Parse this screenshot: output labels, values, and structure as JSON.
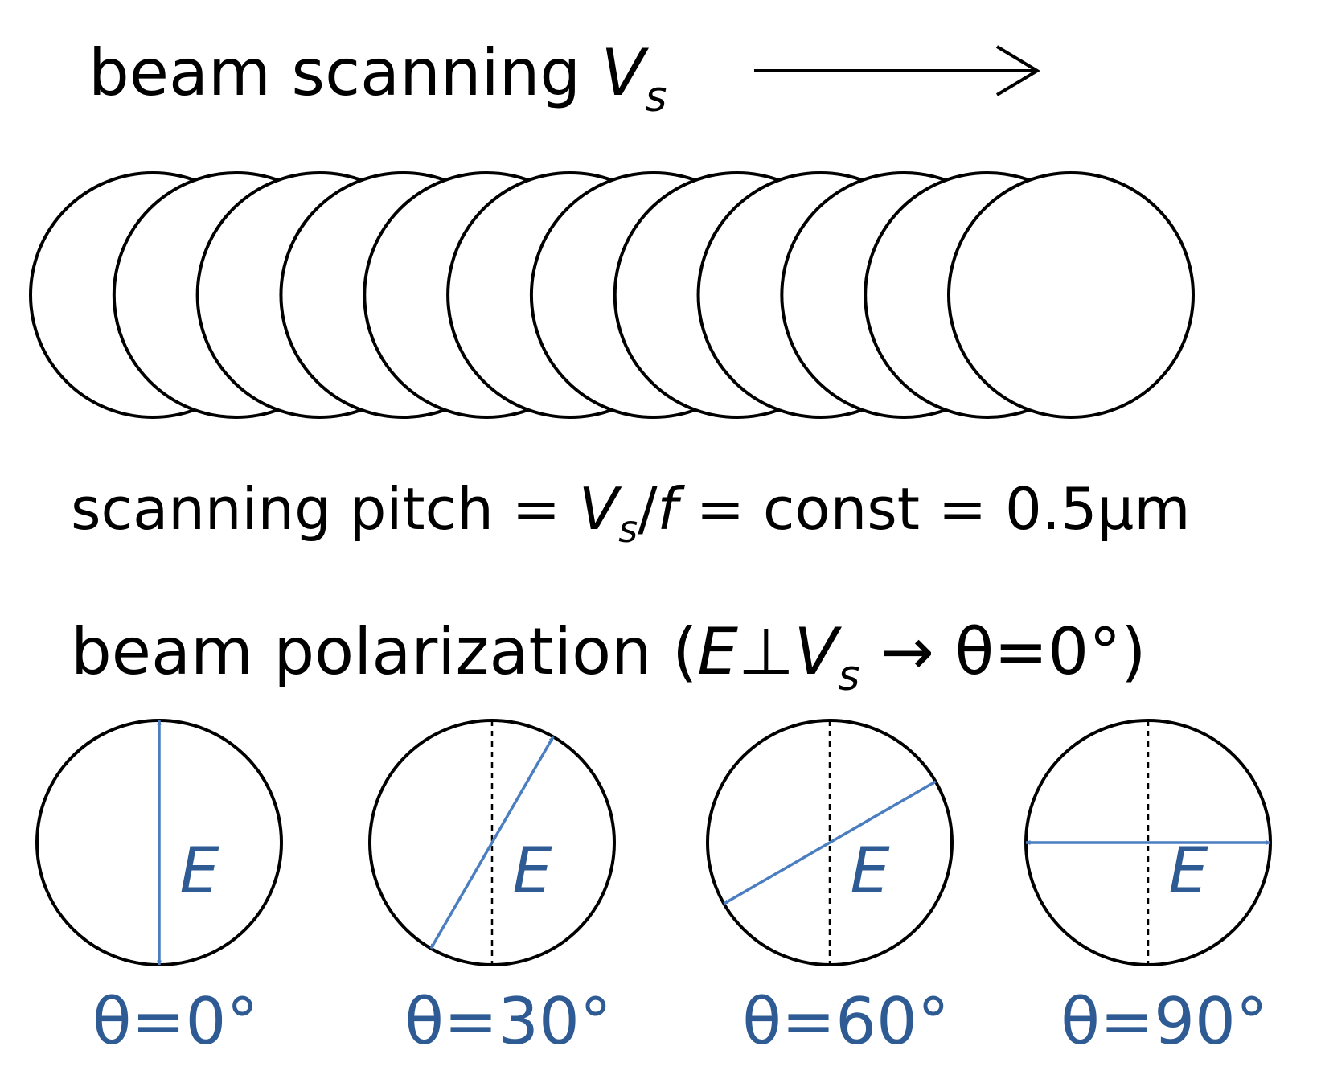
{
  "heading": {
    "prefix": "beam scanning ",
    "var": "V",
    "sub": "s"
  },
  "pitch": {
    "prefix": "scanning pitch = ",
    "var": "V",
    "sub": "s",
    "slash": "/",
    "freq": "f",
    "suffix": " = const = 0.5μm"
  },
  "polarization": {
    "prefix": "beam polarization (",
    "evar": "E",
    "perp": "⊥",
    "var": "V",
    "sub": "s",
    "arrow": " → ",
    "suffix": "θ=0°)"
  },
  "scan_spots": {
    "count": 12
  },
  "panels": [
    {
      "angle_deg": 0,
      "field_label": "E",
      "theta_label": "θ=0°",
      "show_reference": false
    },
    {
      "angle_deg": 30,
      "field_label": "E",
      "theta_label": "θ=30°",
      "show_reference": true
    },
    {
      "angle_deg": 60,
      "field_label": "E",
      "theta_label": "θ=60°",
      "show_reference": true
    },
    {
      "angle_deg": 90,
      "field_label": "E",
      "theta_label": "θ=90°",
      "show_reference": true
    }
  ],
  "colors": {
    "arrow": "#4a7ec0",
    "label": "#2e5b93",
    "stroke": "#000000"
  }
}
